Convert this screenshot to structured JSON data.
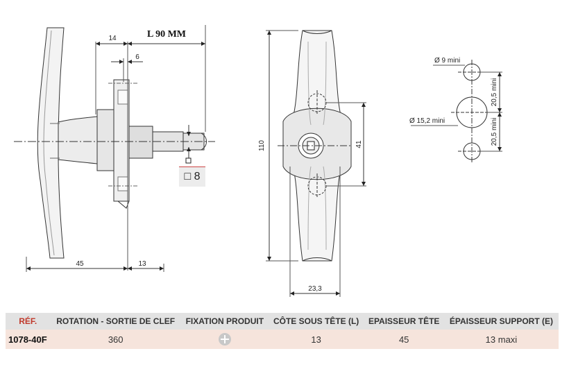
{
  "drawing": {
    "side": {
      "dim_total": "L 90 MM",
      "dim_14": "14",
      "dim_6": "6",
      "dim_45": "45",
      "dim_13": "13",
      "square": "□ 8"
    },
    "front": {
      "dim_110": "110",
      "dim_41": "41",
      "dim_23_3": "23,3"
    },
    "cutout": {
      "hole_small": "Ø 9 mini",
      "hole_large": "Ø 15,2 mini",
      "spacing_top": "20,5 mini",
      "spacing_bottom": "20,5 mini"
    }
  },
  "table": {
    "headers": [
      "RÉF.",
      "ROTATION - SORTIE DE CLEF",
      "FIXATION PRODUIT",
      "CÔTE SOUS TÊTE (L)",
      "EPAISSEUR TÊTE",
      "ÉPAISSEUR SUPPORT (E)"
    ],
    "row": {
      "ref": "1078-40F",
      "rotation": "360",
      "fixation_icon": "plus-circle-icon",
      "cote": "13",
      "epaisseur_tete": "45",
      "epaisseur_support": "13 maxi"
    }
  }
}
